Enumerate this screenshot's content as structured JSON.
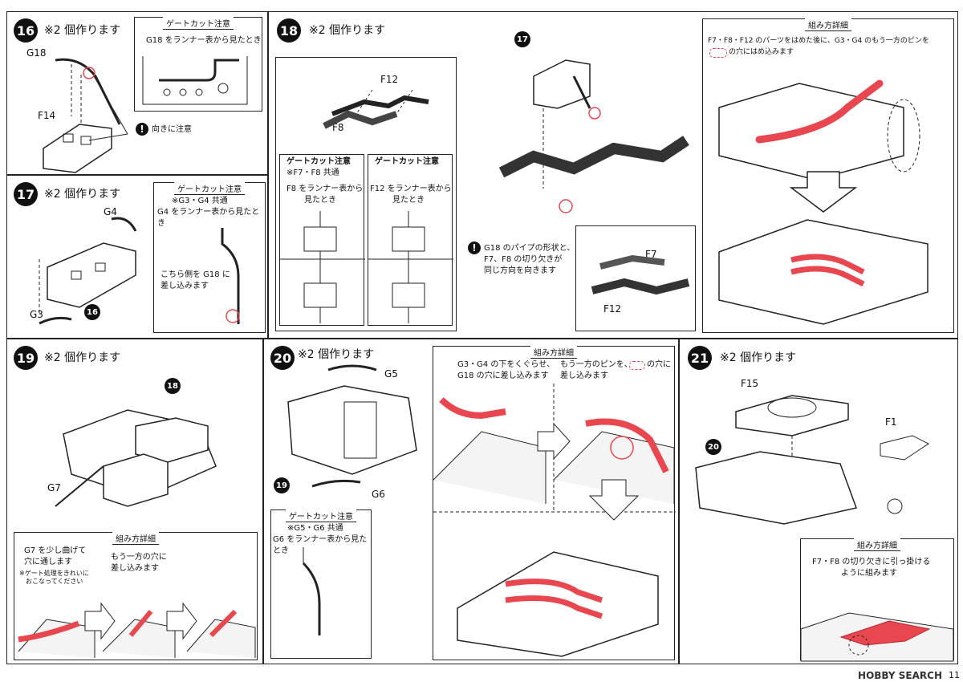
{
  "steps": {
    "s16": {
      "num": "16",
      "title": "※2 個作ります",
      "parts": {
        "g18": "G18",
        "f14": "F14"
      },
      "gate_box": {
        "title": "ゲートカット注意",
        "text": "G18 をランナー表から見たとき"
      },
      "warning": "向きに注意"
    },
    "s17": {
      "num": "17",
      "title": "※2 個作ります",
      "parts": {
        "g4": "G4",
        "g3": "G3"
      },
      "ref": "16",
      "gate_box": {
        "title": "ゲートカット注意",
        "line1": "※G3・G4 共通",
        "line2": "G4 をランナー表から見たとき",
        "note1": "こちら側を G18 に",
        "note2": "差し込みます"
      }
    },
    "s18": {
      "num": "18",
      "title": "※2 個作ります",
      "parts": {
        "f12": "F12",
        "f8": "F8",
        "f7": "F7",
        "f12b": "F12"
      },
      "ref": "17",
      "gate_left": {
        "title": "ゲートカット注意",
        "line1": "※F7・F8 共通",
        "line2": "F8 をランナー表から",
        "line3": "見たとき"
      },
      "gate_right": {
        "title": "ゲートカット注意",
        "line1": "F12 をランナー表から",
        "line2": "見たとき"
      },
      "warning_lines": [
        "G18 のパイプの形状と、",
        "F7、F8 の切り欠きが",
        "同じ方向を向きます"
      ],
      "detail": {
        "title": "組み方詳細",
        "line1": "F7・F8・F12 のパーツをはめた後に、G3・G4 のもう一方のピンを",
        "line2": "の穴にはめ込みます"
      }
    },
    "s19": {
      "num": "19",
      "title": "※2 個作ります",
      "parts": {
        "g7": "G7"
      },
      "ref": "18",
      "detail": {
        "title": "組み方詳細",
        "a1": "G7 を少し曲げて",
        "a2": "穴に通します",
        "a3": "※ゲート処理をきれいに",
        "a4": "おこなってください",
        "b1": "もう一方の穴に",
        "b2": "差し込みます"
      }
    },
    "s20": {
      "num": "20",
      "title": "※2 個作ります",
      "parts": {
        "g5": "G5",
        "g6": "G6"
      },
      "ref": "19",
      "gate_box": {
        "title": "ゲートカット注意",
        "line1": "※G5・G6 共通",
        "line2": "G6 をランナー表から見たとき"
      },
      "detail": {
        "title": "組み方詳細",
        "l1": "G3・G4 の下をくぐらせ、",
        "l2": "G18 の穴に差し込みます",
        "r1": "もう一方のピンを、",
        "r2": "の穴に",
        "r3": "差し込みます"
      }
    },
    "s21": {
      "num": "21",
      "title": "※2 個作ります",
      "parts": {
        "f15": "F15",
        "f1": "F1"
      },
      "ref": "20",
      "detail": {
        "title": "組み方詳細",
        "line1": "F7・F8 の切り欠きに引っ掛ける",
        "line2": "ように組みます"
      }
    }
  },
  "footer": {
    "watermark": "HOBBY SEARCH",
    "page": "11"
  },
  "colors": {
    "accent_red": "#e8474f",
    "ink": "#111111"
  }
}
